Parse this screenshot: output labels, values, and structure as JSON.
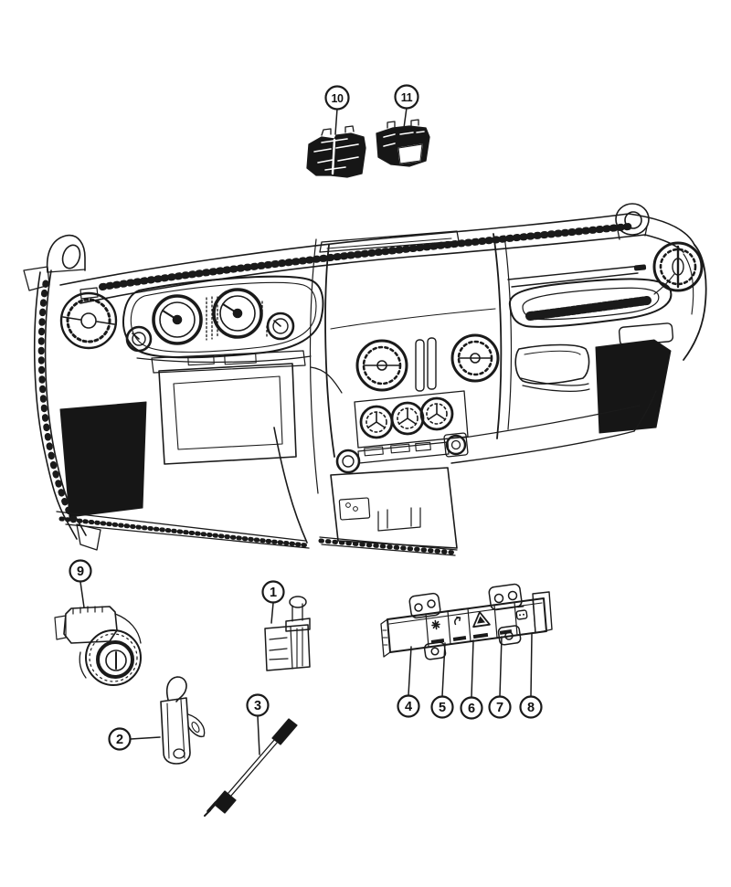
{
  "figure": {
    "kind": "exploded-parts-diagram",
    "background_color": "#ffffff",
    "line_color": "#1a1a1a",
    "dark_fill_color": "#161616"
  },
  "callouts": [
    {
      "label": "1"
    },
    {
      "label": "2"
    },
    {
      "label": "3"
    },
    {
      "label": "4"
    },
    {
      "label": "5"
    },
    {
      "label": "6"
    },
    {
      "label": "7"
    },
    {
      "label": "8"
    },
    {
      "label": "9"
    },
    {
      "label": "10"
    },
    {
      "label": "11"
    }
  ],
  "switch_bank_icons": [
    "asterisk-icon",
    "curved-arrow-icon",
    "hazard-triangle-icon",
    "power-outlet-icon"
  ]
}
